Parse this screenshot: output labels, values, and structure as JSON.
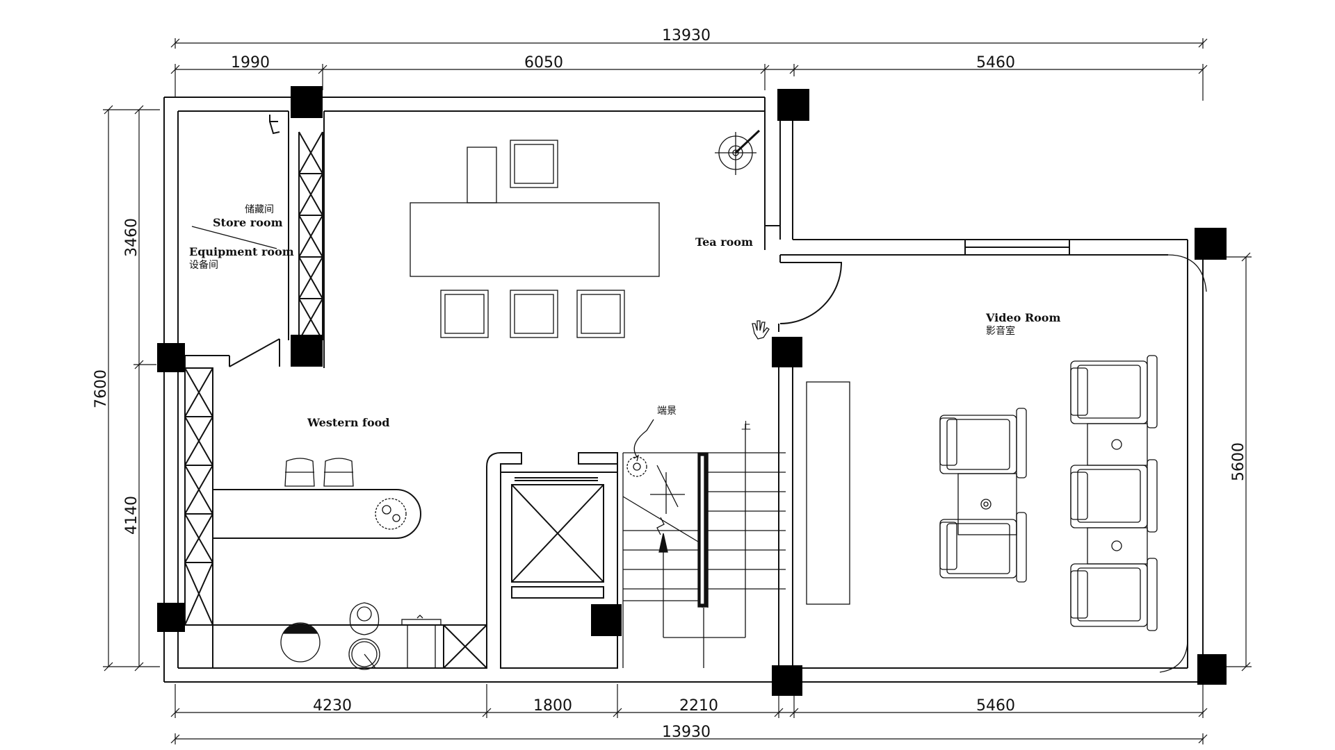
{
  "dimensions": {
    "top_total": "13930",
    "top_1": "1990",
    "top_2": "6050",
    "top_3": "5460",
    "bottom_1": "4230",
    "bottom_2": "1800",
    "bottom_3": "2210",
    "bottom_4": "5460",
    "bottom_total": "13930",
    "left_total": "7600",
    "left_upper": "3460",
    "left_lower": "4140",
    "right_height": "5600"
  },
  "rooms": {
    "store_room_cn": "储藏间",
    "store_room_en": "Store room",
    "equipment_room_en": "Equipment room",
    "equipment_room_cn": "设备间",
    "tea_room": "Tea room",
    "video_room_en": "Video Room",
    "video_room_cn": "影音室",
    "western_food": "Western food",
    "scenery_label": "端景",
    "stair_up_label": "上"
  }
}
